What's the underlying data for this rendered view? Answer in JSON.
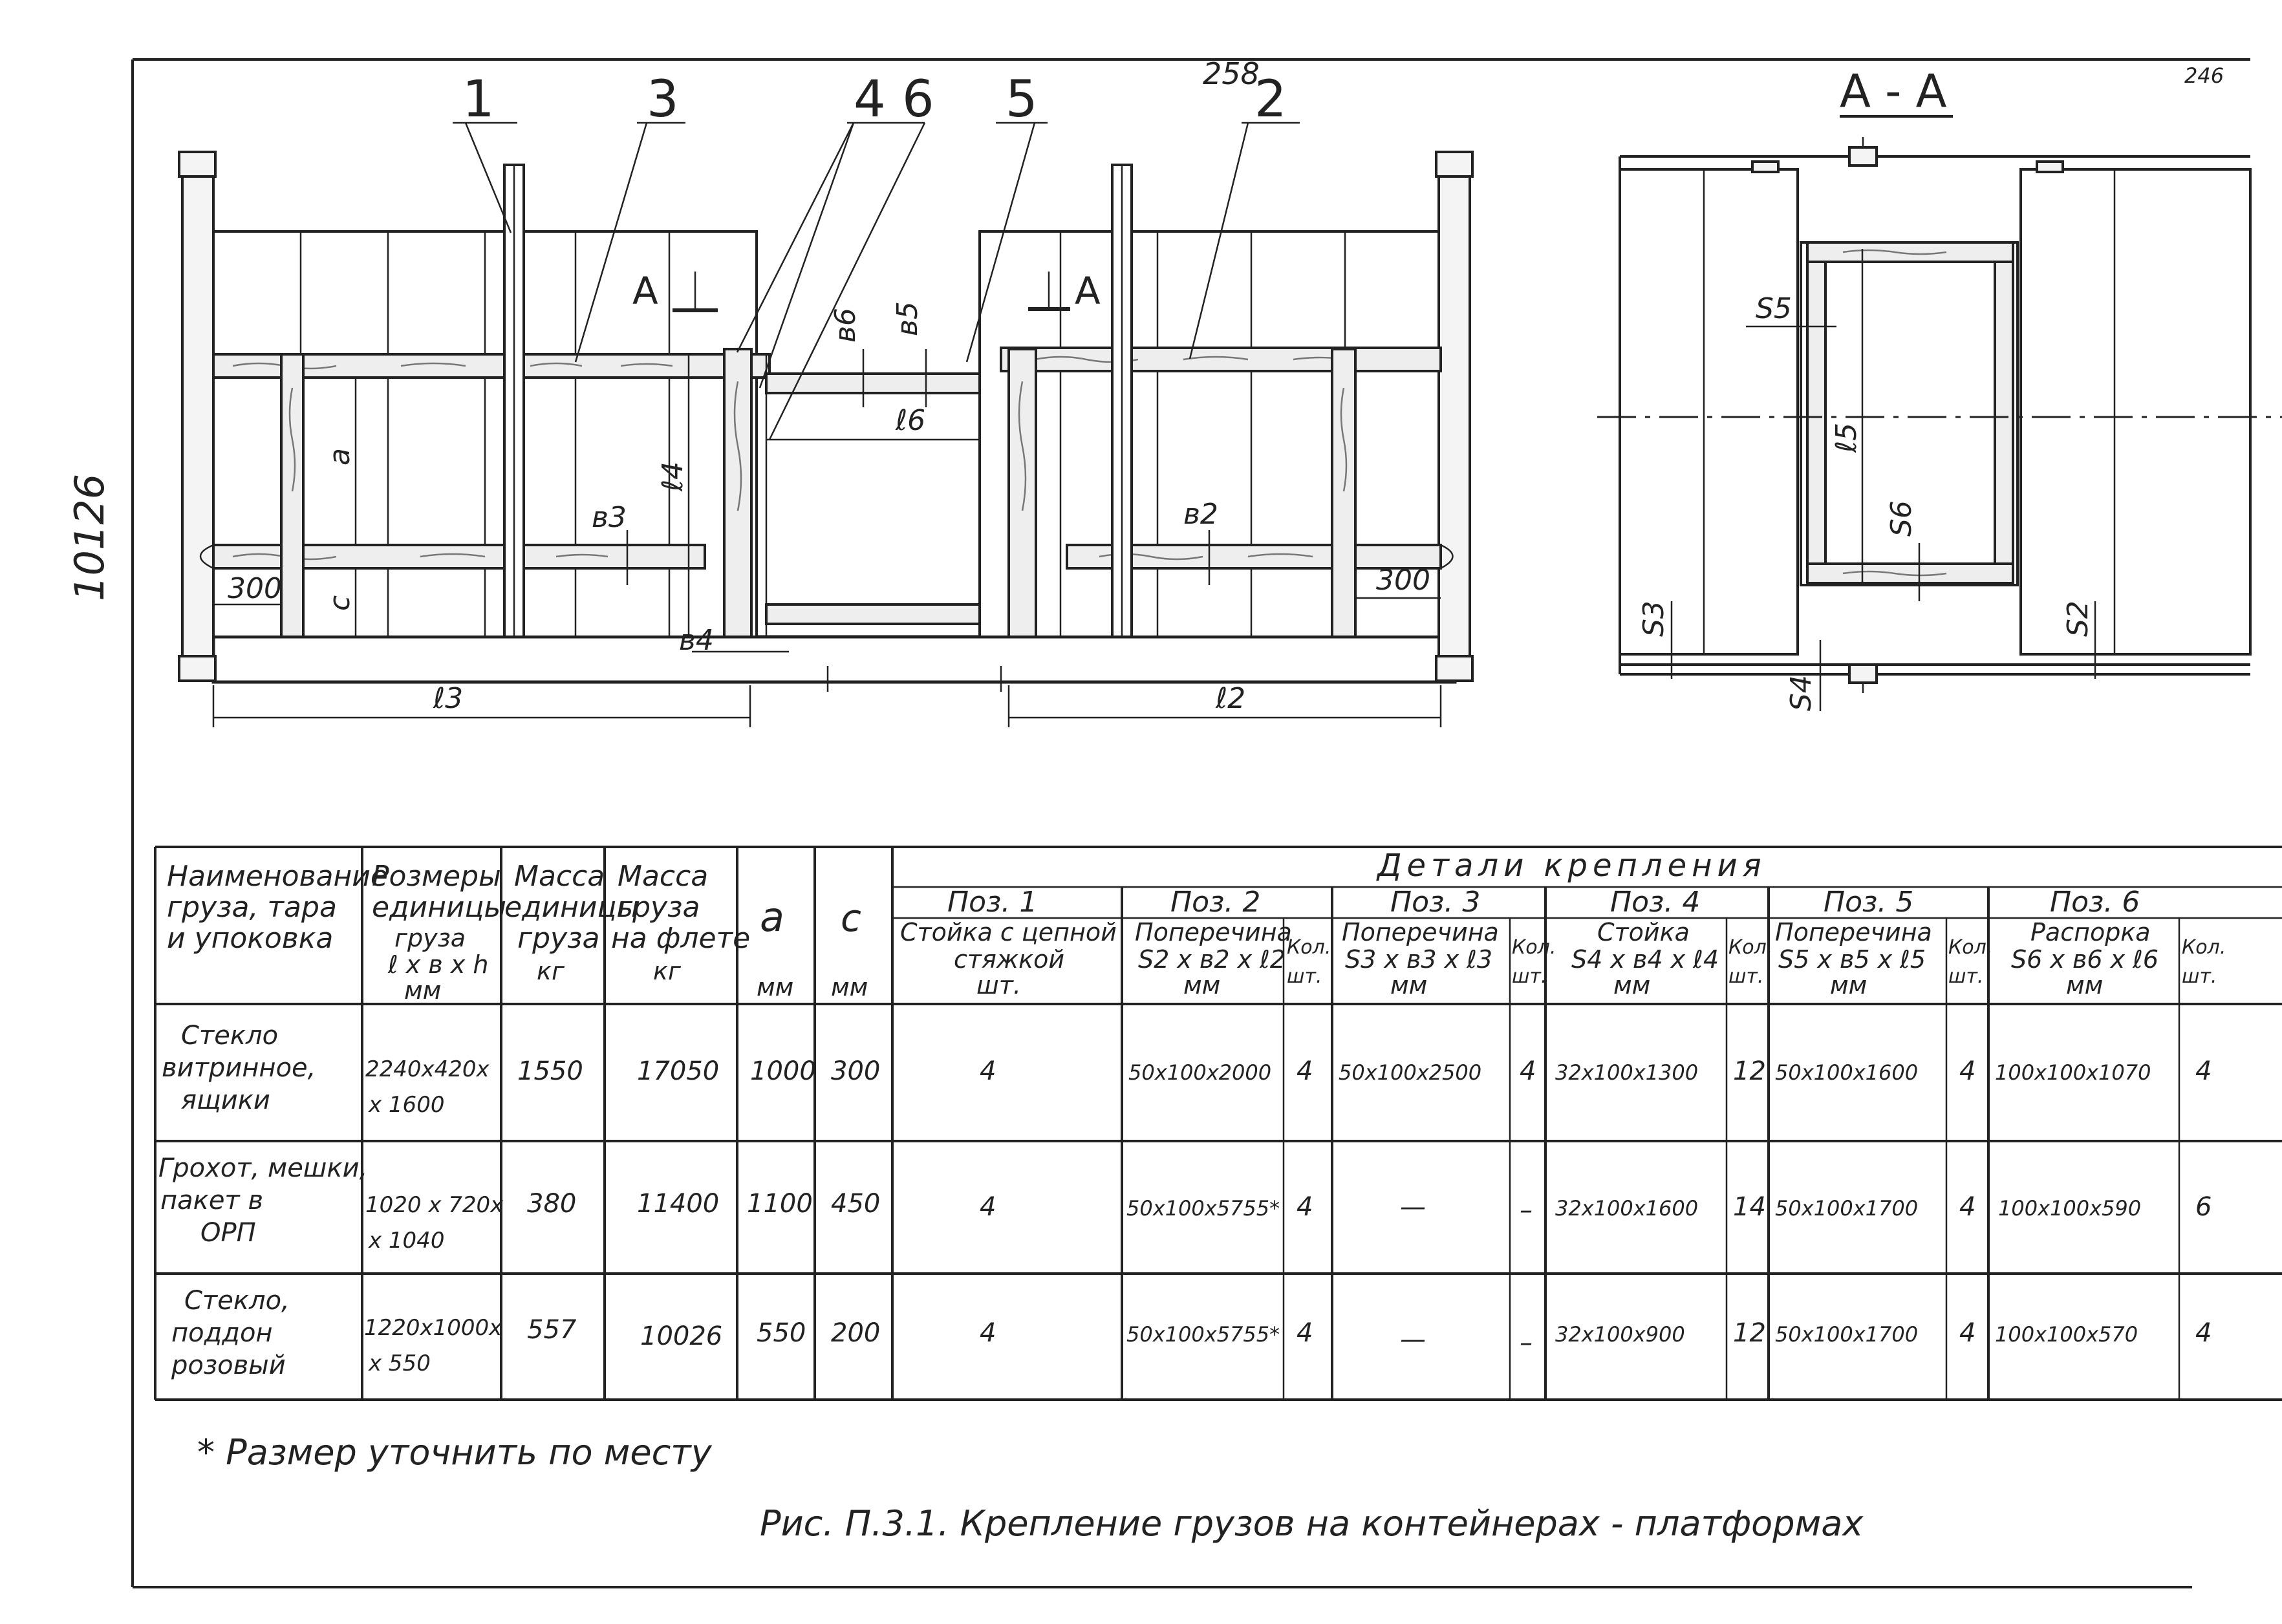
{
  "sheet": {
    "page_number": "258",
    "corner_number": "246",
    "side_number": "10126"
  },
  "drawing": {
    "callouts": [
      "1",
      "3",
      "4",
      "6",
      "5",
      "2"
    ],
    "section_marks": [
      "A",
      "A"
    ],
    "dims": {
      "a": "a",
      "c": "c",
      "l4": "ℓ4",
      "b3": "в3",
      "b2": "в2",
      "b4": "в4",
      "b5": "в5",
      "b6": "в6",
      "l6": "ℓ6",
      "l3": "ℓ3",
      "l2": "ℓ2",
      "d300_left": "300",
      "d300_right": "300"
    }
  },
  "section": {
    "title": "А - А",
    "labels": {
      "s5": "S5",
      "l5": "ℓ5",
      "s6": "S6",
      "s3": "S3",
      "s4": "S4",
      "s2": "S2"
    }
  },
  "table": {
    "group_header": "Детали  крепления",
    "col_headers": {
      "name": [
        "Наименование",
        "груза, тара",
        "и упоковка"
      ],
      "dims": [
        "Розмеры",
        "единицы",
        "груза",
        "ℓ х в х h",
        "мм"
      ],
      "mass_unit": [
        "Масса",
        "единицы",
        "груза",
        "кг"
      ],
      "mass_flat": [
        "Масса",
        "груза",
        "на флете",
        "кг"
      ],
      "a": [
        "а",
        "мм"
      ],
      "c": [
        "с",
        "мм"
      ]
    },
    "pos_headers": [
      "Поз. 1",
      "Поз. 2",
      "Поз. 3",
      "Поз. 4",
      "Поз. 5",
      "Поз. 6"
    ],
    "pos_sub": {
      "p1": [
        "Стойка с цепной",
        "стяжкой",
        "шт."
      ],
      "p2": [
        "Поперечина",
        "S2 х в2 х ℓ2",
        "мм"
      ],
      "p3": [
        "Поперечина",
        "S3 х в3 х ℓ3",
        "мм"
      ],
      "p4": [
        "Стойка",
        "S4 х в4 х ℓ4",
        "мм"
      ],
      "p5": [
        "Поперечина",
        "S5 х в5 х ℓ5",
        "мм"
      ],
      "p6": [
        "Распорка",
        "S6 х в6 х ℓ6",
        "мм"
      ],
      "qty": [
        "Кол.",
        "шт."
      ]
    },
    "rows": [
      {
        "name": [
          "Стекло",
          "витринное,",
          "ящики"
        ],
        "dims": [
          "2240х420х",
          "х 1600"
        ],
        "mass_unit": "1550",
        "mass_flat": "17050",
        "a": "1000",
        "c": "300",
        "p1": "4",
        "p2": "50х100х2000",
        "q2": "4",
        "p3": "50х100х2500",
        "q3": "4",
        "p4": "32х100х1300",
        "q4": "12",
        "p5": "50х100х1600",
        "q5": "4",
        "p6": "100х100х1070",
        "q6": "4"
      },
      {
        "name": [
          "Грохот, мешки,",
          "пакет в",
          "ОРП"
        ],
        "dims": [
          "1020 х 720х",
          "х 1040"
        ],
        "mass_unit": "380",
        "mass_flat": "11400",
        "a": "1100",
        "c": "450",
        "p1": "4",
        "p2": "50х100х5755*",
        "q2": "4",
        "p3": "—",
        "q3": "–",
        "p4": "32х100х1600",
        "q4": "14",
        "p5": "50х100х1700",
        "q5": "4",
        "p6": "100х100х590",
        "q6": "6"
      },
      {
        "name": [
          "Стекло,",
          "поддон",
          "розовый"
        ],
        "dims": [
          "1220х1000х",
          "х 550"
        ],
        "mass_unit": "557",
        "mass_flat": "10026",
        "a": "550",
        "c": "200",
        "p1": "4",
        "p2": "50х100х5755*",
        "q2": "4",
        "p3": "—",
        "q3": "–",
        "p4": "32х100х900",
        "q4": "12",
        "p5": "50х100х1700",
        "q5": "4",
        "p6": "100х100х570",
        "q6": "4"
      }
    ]
  },
  "footnote": "* Размер уточнить по месту",
  "caption": "Рис. П.3.1.  Крепление  грузов  на  контейнерах - платформах"
}
